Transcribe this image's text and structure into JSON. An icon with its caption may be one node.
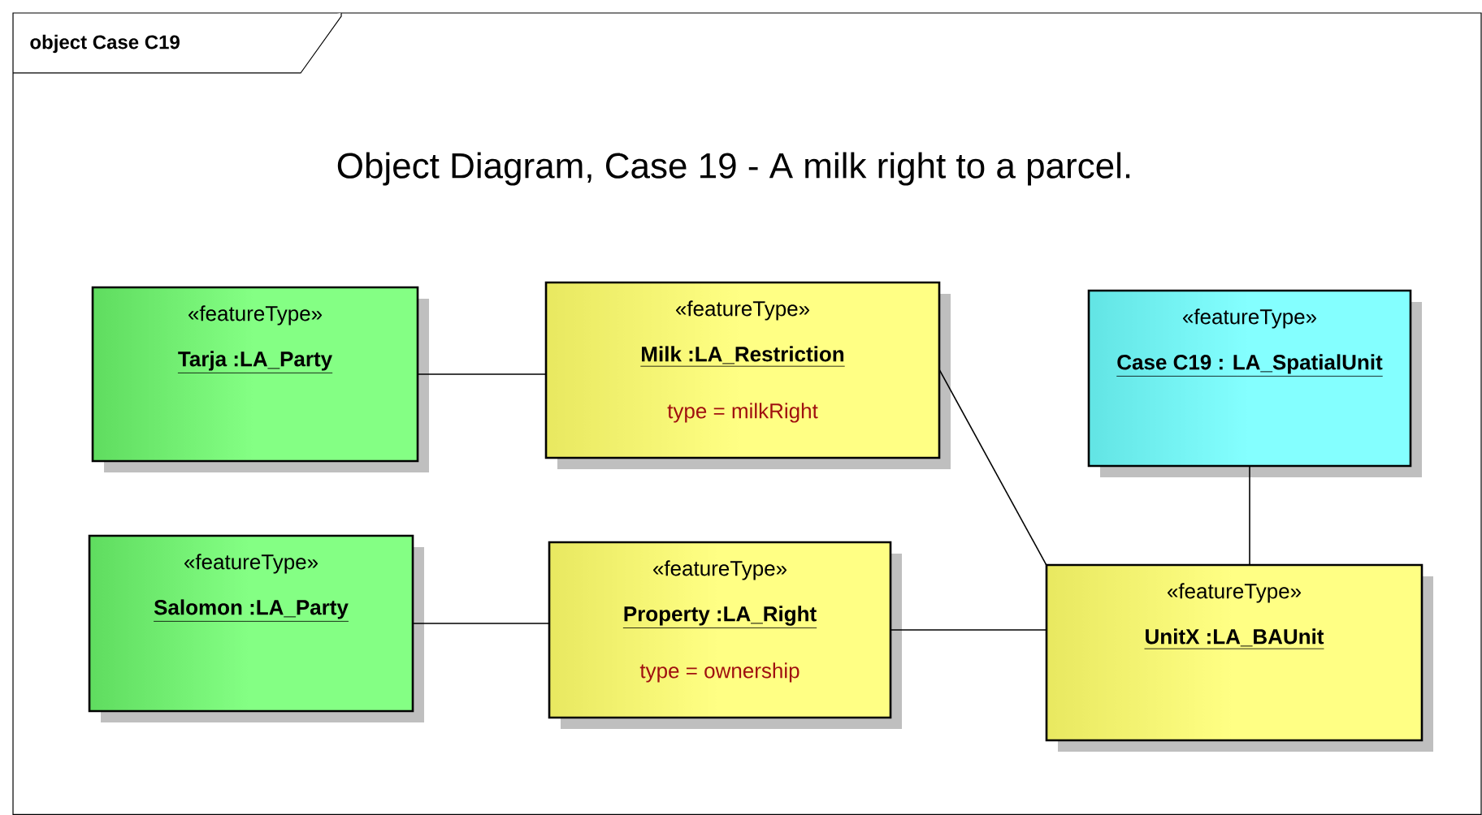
{
  "diagram": {
    "title": "Object Diagram, Case 19 - A milk right to a parcel.",
    "nodes": [
      {
        "text": [
          "object Case C19"
        ]
      },
      {
        "text": [
          "«featureType»",
          "Tarja :LA_Party"
        ],
        "in": 0
      },
      {
        "text": [
          "«featureType»",
          "Milk :LA_Restriction",
          "type = milkRight"
        ],
        "in": 0
      },
      {
        "text": [
          "«featureType»",
          "Case C19 : LA_SpatialUnit"
        ],
        "in": 0
      },
      {
        "text": [
          "«featureType»",
          "Salomon :LA_Party"
        ],
        "in": 0
      },
      {
        "text": [
          "«featureType»",
          "Property :LA_Right",
          "type = ownership"
        ],
        "in": 0
      },
      {
        "text": [
          "«featureType»",
          "UnitX :LA_BAUnit"
        ],
        "in": 0
      }
    ],
    "edges": [
      {
        "from": 1,
        "to": 2,
        "arrow": "none"
      },
      {
        "from": 2,
        "to": 6,
        "arrow": "none"
      },
      {
        "from": 3,
        "to": 6,
        "arrow": "none"
      },
      {
        "from": 4,
        "to": 5,
        "arrow": "none"
      },
      {
        "from": 5,
        "to": 6,
        "arrow": "none"
      }
    ]
  }
}
